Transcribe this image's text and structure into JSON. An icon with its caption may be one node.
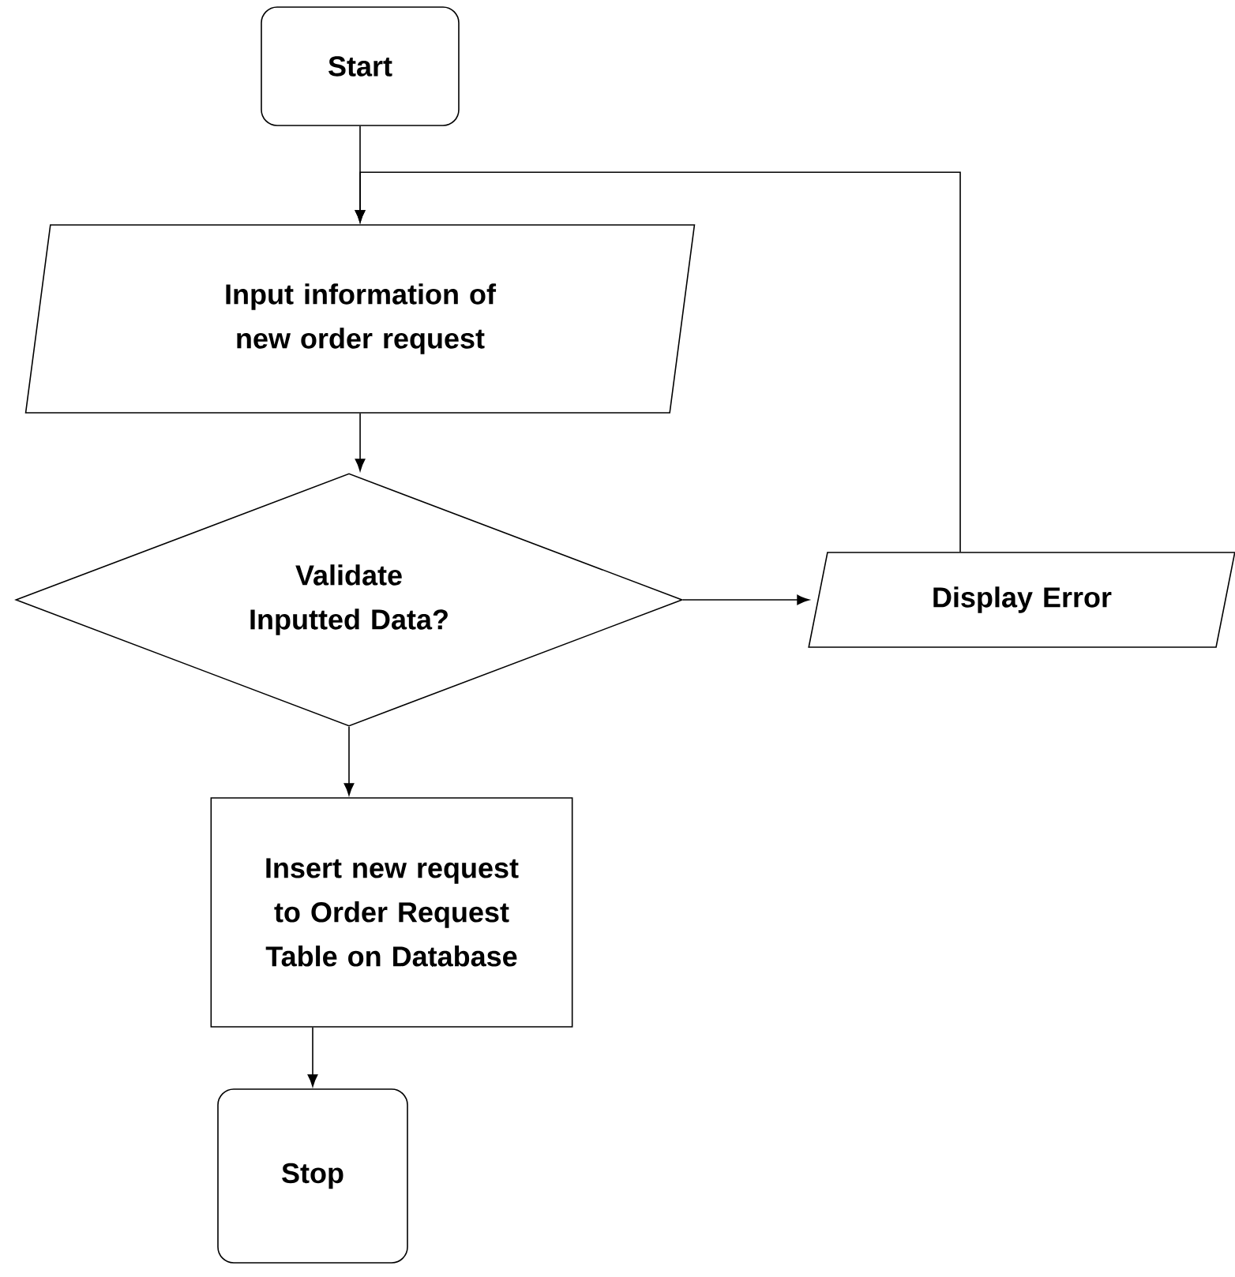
{
  "diagram": {
    "nodes": [
      {
        "text": [
          "Start"
        ]
      },
      {
        "text": [
          "Input information of new order request"
        ]
      },
      {
        "text": [
          "Validate Inputted Data?"
        ]
      },
      {
        "text": [
          "Display Error"
        ]
      },
      {
        "text": [
          "Insert new request to Order Request Table on Database"
        ]
      },
      {
        "text": [
          "Stop"
        ]
      }
    ],
    "edges": [
      {
        "from": 0,
        "to": 1,
        "arrow": "to"
      },
      {
        "from": 1,
        "to": 2,
        "arrow": "to"
      },
      {
        "from": 2,
        "to": 3,
        "arrow": "to"
      },
      {
        "from": 3,
        "to": 1,
        "arrow": "to"
      },
      {
        "from": 2,
        "to": 4,
        "arrow": "to"
      },
      {
        "from": 4,
        "to": 5,
        "arrow": "to"
      }
    ]
  }
}
